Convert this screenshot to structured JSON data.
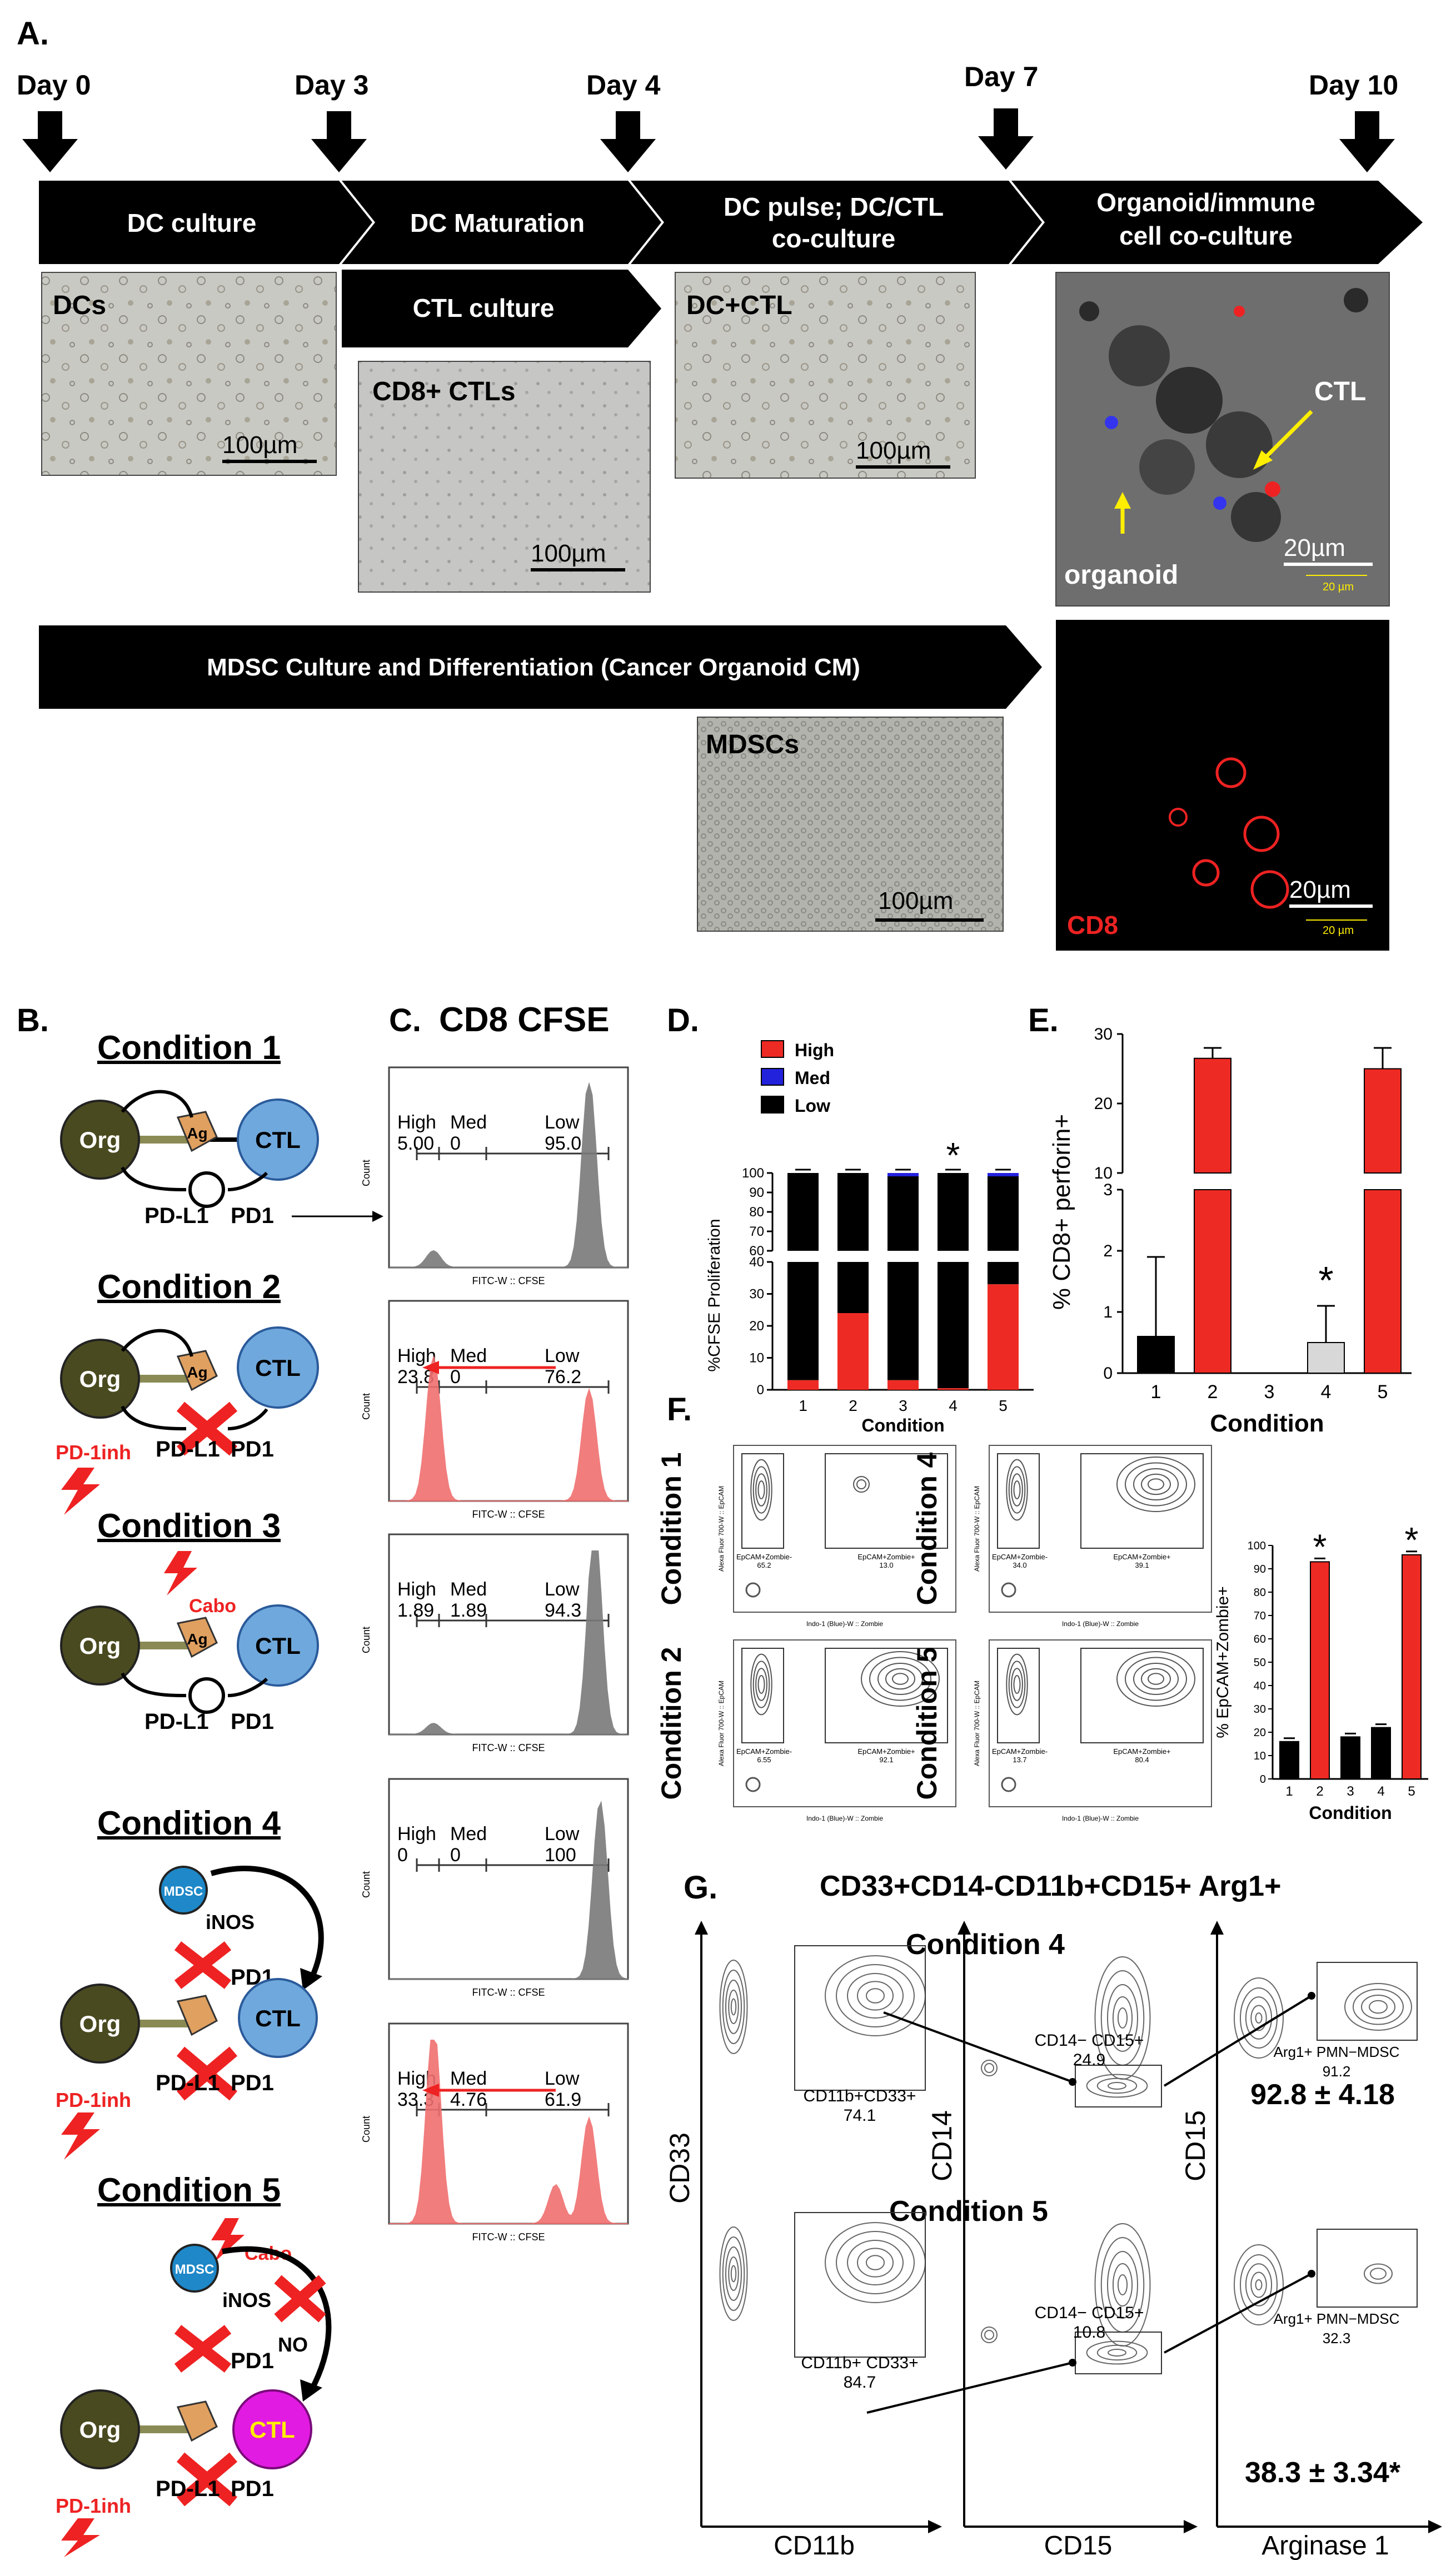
{
  "panel_letters": {
    "a": "A.",
    "b": "B.",
    "c": "C.",
    "d": "D.",
    "e": "E.",
    "f": "F.",
    "g": "G."
  },
  "timeline": {
    "days": [
      "Day 0",
      "Day 3",
      "Day 4",
      "Day 7",
      "Day 10"
    ],
    "stages": [
      "DC culture",
      "DC Maturation",
      "DC pulse; DC/CTL",
      "co-culture",
      "Organoid/immune",
      "cell co-culture"
    ],
    "ctl_stage": "CTL culture",
    "mdsc_stage": "MDSC Culture and Differentiation (Cancer Organoid CM)"
  },
  "micrographs": {
    "dcs": {
      "label": "DCs",
      "scale": "100µm"
    },
    "cd8": {
      "label": "CD8+ CTLs",
      "scale": "100µm"
    },
    "dcctl": {
      "label": "DC+CTL",
      "scale": "100µm"
    },
    "coculture": {
      "ctl": "CTL",
      "organoid": "organoid",
      "scale": "20µm",
      "small_scale": "20 µm"
    },
    "cd8stain": {
      "label": "CD8",
      "scale": "20µm",
      "small_scale": "20 µm"
    },
    "mdsc": {
      "label": "MDSCs",
      "scale": "100µm"
    }
  },
  "conditions": {
    "titles": [
      "Condition 1",
      "Condition 2",
      "Condition 3",
      "Condition 4",
      "Condition 5"
    ],
    "org": "Org",
    "ctl": "CTL",
    "ag": "Ag",
    "pdl1": "PD-L1",
    "pd1": "PD1",
    "pd1inh": "PD-1inh",
    "cabo": "Cabo",
    "inos": "iNOS",
    "mdsc": "MDSC",
    "no": "NO"
  },
  "panel_c": {
    "title": "CD8 CFSE",
    "ylabel": "Count",
    "xlabel": "FITC-W :: CFSE",
    "gate_labels": [
      "High",
      "Med",
      "Low"
    ],
    "histograms": [
      {
        "values": [
          "5.00",
          "0",
          "95.0"
        ],
        "color": "#7a7a7a"
      },
      {
        "values": [
          "23.8",
          "0",
          "76.2"
        ],
        "color": "#f07070"
      },
      {
        "values": [
          "1.89",
          "1.89",
          "94.3"
        ],
        "color": "#7a7a7a"
      },
      {
        "values": [
          "0",
          "0",
          "100"
        ],
        "color": "#7a7a7a"
      },
      {
        "values": [
          "33.3",
          "4.76",
          "61.9"
        ],
        "color": "#f07070"
      }
    ]
  },
  "chart_data": [
    {
      "id": "D",
      "type": "bar",
      "ylabel": "%CFSE Proliferation",
      "xlabel": "Condition",
      "categories": [
        "1",
        "2",
        "3",
        "4",
        "5"
      ],
      "series": [
        {
          "name": "High",
          "color": "#ee2a24",
          "values": [
            3,
            24,
            3,
            0.5,
            33
          ]
        },
        {
          "name": "Med",
          "color": "#2222dd",
          "values": [
            0,
            0,
            1.5,
            0,
            5
          ]
        },
        {
          "name": "Low",
          "color": "#000000",
          "values": [
            97,
            76,
            95.5,
            99.5,
            62
          ]
        }
      ],
      "y_ticks": [
        "0",
        "10",
        "20",
        "30",
        "40",
        "60",
        "70",
        "80",
        "90",
        "100"
      ],
      "annotation": "*"
    },
    {
      "id": "E",
      "type": "bar",
      "ylabel": "% CD8+ perforin+",
      "xlabel": "Condition",
      "categories": [
        "1",
        "2",
        "3",
        "4",
        "5"
      ],
      "values": [
        0.6,
        26.5,
        0,
        0.5,
        25
      ],
      "errors": [
        1.3,
        1.5,
        0,
        0.6,
        3
      ],
      "colors": [
        "#000000",
        "#ee2a24",
        "#000000",
        "#d8d8d8",
        "#ee2a24"
      ],
      "y_ticks": [
        "0",
        "1",
        "2",
        "3",
        "10",
        "20",
        "30"
      ],
      "annotation": "*"
    },
    {
      "id": "F",
      "type": "bar",
      "ylabel": "% EpCAM+Zombie+",
      "xlabel": "Condition",
      "categories": [
        "1",
        "2",
        "3",
        "4",
        "5"
      ],
      "values": [
        16,
        93,
        18,
        22,
        96
      ],
      "colors": [
        "#000000",
        "#ee2a24",
        "#000000",
        "#000000",
        "#ee2a24"
      ],
      "ylim": [
        0,
        100
      ],
      "y_ticks": [
        "0",
        "10",
        "20",
        "30",
        "40",
        "50",
        "60",
        "70",
        "80",
        "90",
        "100"
      ],
      "annotation": "*"
    }
  ],
  "panel_f": {
    "conditions": [
      "Condition 1",
      "Condition 4",
      "Condition 2",
      "Condition 5"
    ],
    "xlabel": "Indo-1 (Blue)-W :: Zombie",
    "ylabel": "Alexa Fluor 700-W :: EpCAM",
    "gates": [
      [
        "EpCAM+Zombie-",
        "65.2",
        "EpCAM+Zombie+",
        "13.0"
      ],
      [
        "EpCAM+Zombie-",
        "34.0",
        "EpCAM+Zombie+",
        "39.1"
      ],
      [
        "EpCAM+Zombie-",
        "6.55",
        "EpCAM+Zombie+",
        "92.1"
      ],
      [
        "EpCAM+Zombie-",
        "13.7",
        "EpCAM+Zombie+",
        "80.4"
      ]
    ]
  },
  "panel_g": {
    "title": "CD33+CD14-CD11b+CD15+ Arg1+",
    "cond4": "Condition 4",
    "cond5": "Condition 5",
    "axes": {
      "cd33": "CD33",
      "cd14": "CD14",
      "cd15": "CD15",
      "cd11b": "CD11b",
      "cd15x": "CD15",
      "arg": "Arginase 1"
    },
    "gates4": {
      "a": "CD11b+CD33+",
      "av": "74.1",
      "b": "CD14− CD15+",
      "bv": "24.9",
      "c": "Arg1+ PMN−MDSC",
      "cv": "91.2",
      "mean": "92.8 ± 4.18"
    },
    "gates5": {
      "a": "CD11b+ CD33+",
      "av": "84.7",
      "b": "CD14− CD15+",
      "bv": "10.8",
      "c": "Arg1+ PMN−MDSC",
      "cv": "32.3",
      "mean": "38.3 ± 3.34*"
    }
  }
}
